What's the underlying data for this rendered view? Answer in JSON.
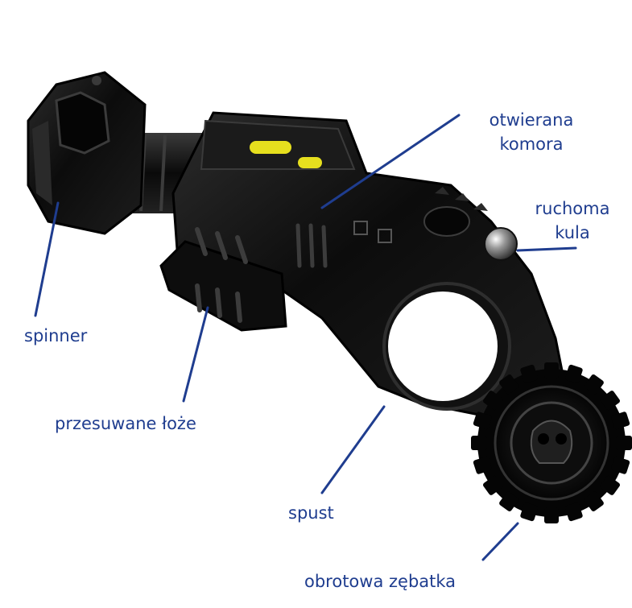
{
  "labels": {
    "chamber_line1": "otwierana",
    "chamber_line2": "komora",
    "ball_line1": "ruchoma",
    "ball_line2": "kula",
    "spinner": "spinner",
    "bed": "przesuwane łoże",
    "trigger": "spust",
    "gear": "obrotowa zębatka"
  },
  "colors": {
    "label": "#1f3d8f",
    "leader_line": "#1f3d8f",
    "body": "#111111",
    "highlight": "#3a3a3a",
    "accent_yellow": "#e6df1e"
  }
}
